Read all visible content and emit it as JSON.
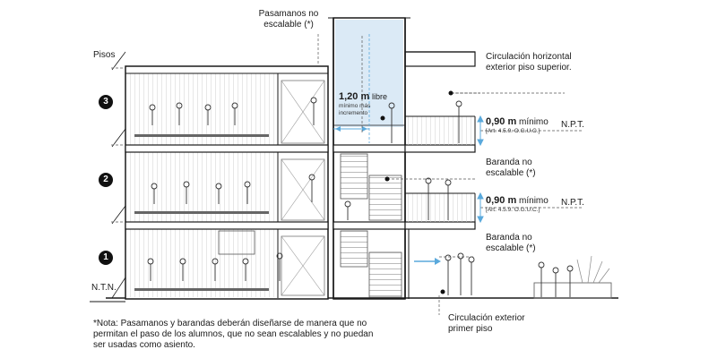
{
  "labels": {
    "pisos": "Pisos",
    "ntn": "N.T.N.",
    "floors": [
      "1",
      "2",
      "3"
    ],
    "pasamanos": "Pasamanos no escalable (*)",
    "width_value": "1,20 m",
    "width_suffix": "libre",
    "width_note": "mínimo más incremento",
    "circ_superior": "Circulación horizontal exterior piso superior.",
    "railing_height_value": "0,90 m",
    "railing_height_word": "mínimo",
    "railing_ref": "[Art. 4.5.9. O.G.U.C.]",
    "npt": "N.P.T.",
    "baranda": "Baranda no escalable (*)",
    "circ_primer": "Circulación exterior primer piso",
    "note": "*Nota: Pasamanos y barandas deberán diseñarse de manera que no permitan el paso de los alumnos, que no sean escalables y no puedan ser usadas como asiento."
  },
  "colors": {
    "ink": "#1a1a1a",
    "accent_blue": "#5aa9dc",
    "fill_blue": "#dbeaf6",
    "hatch": "#c9c9c9"
  }
}
